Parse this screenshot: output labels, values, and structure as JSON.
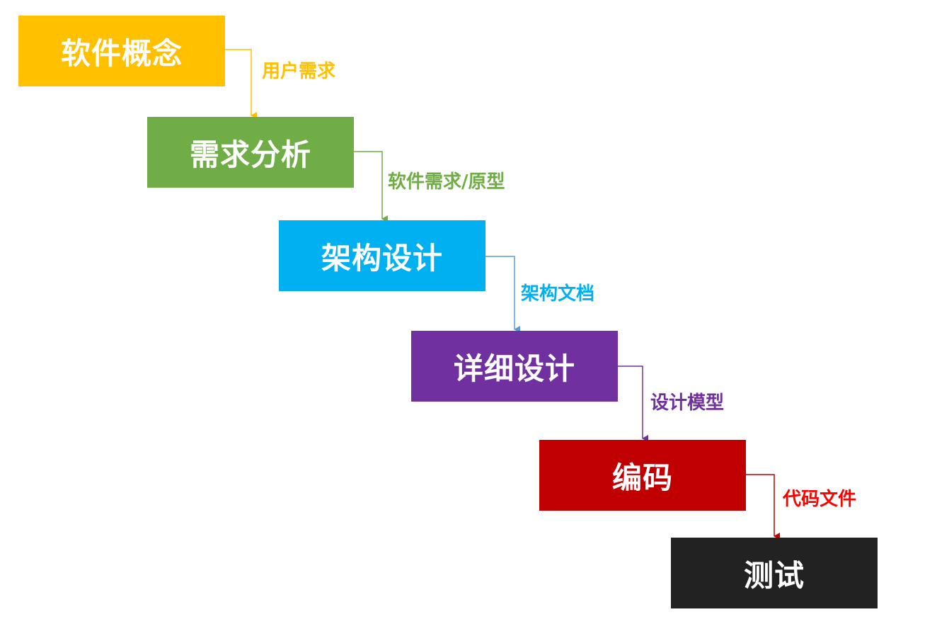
{
  "stages": [
    {
      "label": "软件概念",
      "color": "#FFC000"
    },
    {
      "label": "需求分析",
      "color": "#70AD47"
    },
    {
      "label": "架构设计",
      "color": "#00B0F0"
    },
    {
      "label": "详细设计",
      "color": "#7030A0"
    },
    {
      "label": "编码",
      "color": "#C00000"
    },
    {
      "label": "测试",
      "color": "#222222"
    }
  ],
  "artifacts": [
    {
      "label": "用户需求",
      "color": "#FFC000"
    },
    {
      "label": "软件需求/原型",
      "color": "#70AD47"
    },
    {
      "label": "架构文档",
      "color": "#00B0F0"
    },
    {
      "label": "设计模型",
      "color": "#7030A0"
    },
    {
      "label": "代码文件",
      "color": "#FF0000"
    }
  ]
}
